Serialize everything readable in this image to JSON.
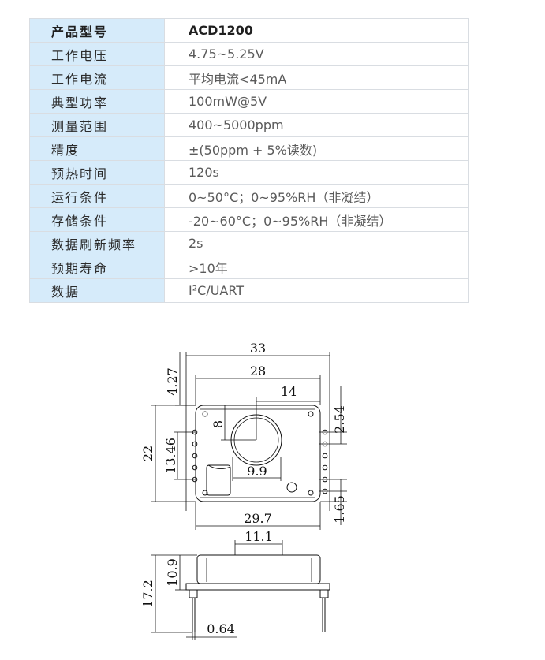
{
  "specs": [
    {
      "key": "产品型号",
      "value": "ACD1200"
    },
    {
      "key": "工作电压",
      "value": "4.75~5.25V"
    },
    {
      "key": "工作电流",
      "value": "平均电流<45mA"
    },
    {
      "key": "典型功率",
      "value": "100mW@5V"
    },
    {
      "key": "测量范围",
      "value": "400~5000ppm"
    },
    {
      "key": "精度",
      "value": "±(50ppm + 5%读数)"
    },
    {
      "key": "预热时间",
      "value": "120s"
    },
    {
      "key": "运行条件",
      "value": "0~50°C；0~95%RH（非凝结）"
    },
    {
      "key": "存储条件",
      "value": "-20~60°C；0~95%RH（非凝结）"
    },
    {
      "key": "数据刷新频率",
      "value": "2s"
    },
    {
      "key": "预期寿命",
      "value": ">10年"
    },
    {
      "key": "数据",
      "value": "I²C/UART"
    }
  ],
  "drawing": {
    "top_view": {
      "width_overall": "33",
      "width_inner": "28",
      "sensor_offset": "14",
      "pin_top_offset": "2.54",
      "top_margin": "4.27",
      "circle_offset": "8",
      "height_overall": "22",
      "pin_span": "13.46",
      "circle_to_edge": "9.9",
      "bottom_margin": "1.65",
      "pcb_width": "29.7"
    },
    "side_view": {
      "top_width": "11.1",
      "body_height": "10.9",
      "total_height": "17.2",
      "pin_width": "0.64"
    }
  }
}
